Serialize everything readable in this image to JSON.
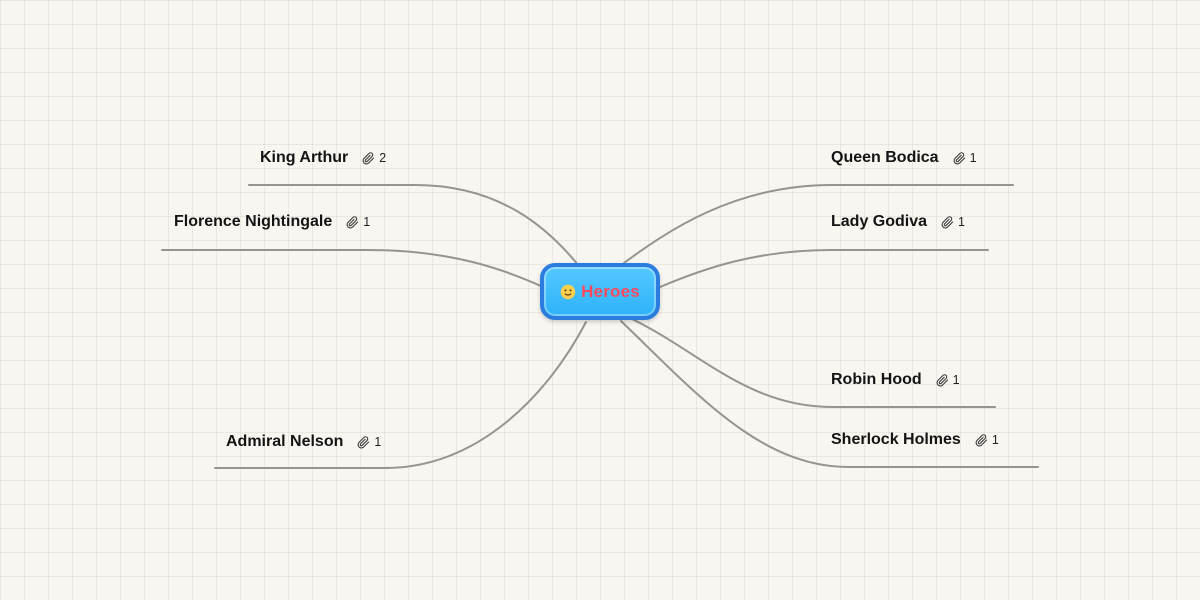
{
  "canvas": {
    "background_color": "#f8f6f1",
    "grid_color": "#cdc4b9"
  },
  "root": {
    "label": "Heroes",
    "emoji_icon": "smiley-face",
    "text_color": "#fb4a5e",
    "fill_color": "#2eb2fb",
    "border_color": "#2a7ddf"
  },
  "connector_color": "#97948f",
  "topics": [
    {
      "label": "King Arthur",
      "attachment_count": "2",
      "side": "left"
    },
    {
      "label": "Florence Nightingale",
      "attachment_count": "1",
      "side": "left"
    },
    {
      "label": "Admiral Nelson",
      "attachment_count": "1",
      "side": "left"
    },
    {
      "label": "Queen Bodica",
      "attachment_count": "1",
      "side": "right"
    },
    {
      "label": "Lady Godiva",
      "attachment_count": "1",
      "side": "right"
    },
    {
      "label": "Robin Hood",
      "attachment_count": "1",
      "side": "right"
    },
    {
      "label": "Sherlock Holmes",
      "attachment_count": "1",
      "side": "right"
    }
  ],
  "icons": {
    "attachment": "paperclip-icon"
  }
}
